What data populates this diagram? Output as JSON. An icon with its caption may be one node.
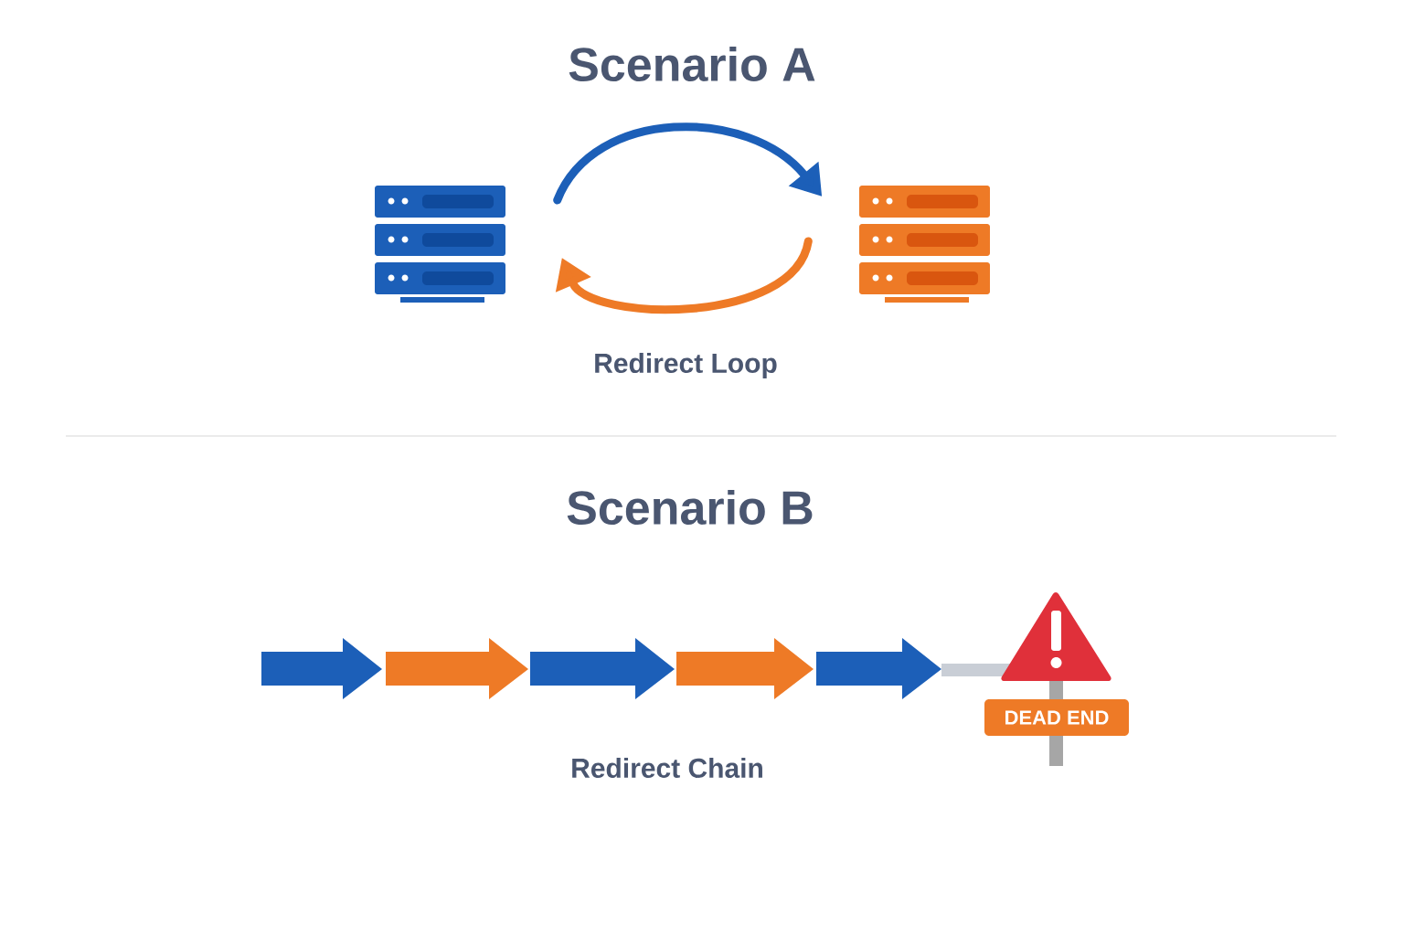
{
  "diagram": {
    "nodes": [
      {
        "text": [],
        "shape": "server"
      },
      {
        "text": [],
        "shape": "server"
      },
      {
        "text": [
          "DEAD END"
        ]
      }
    ],
    "edges": [
      {
        "from": 0,
        "to": 1,
        "arrow": "to",
        "color": "#1c5fb8"
      },
      {
        "from": 1,
        "to": 0,
        "arrow": "to",
        "color": "#ee7a26"
      }
    ],
    "labels": [
      "Scenario A",
      "Redirect Loop",
      "Scenario B",
      "Redirect Chain"
    ]
  }
}
